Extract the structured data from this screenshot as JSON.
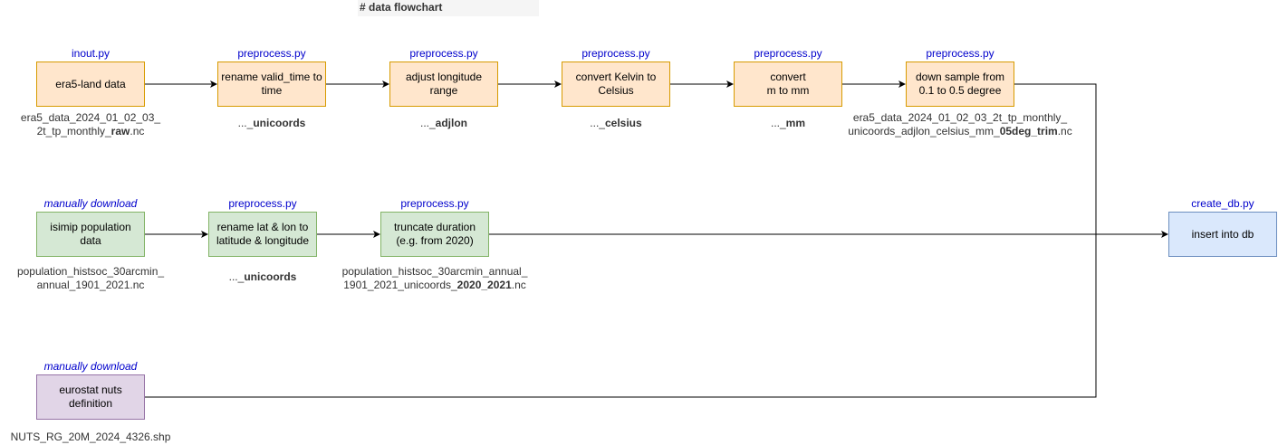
{
  "title": "# data flowchart",
  "nodes": {
    "era5": {
      "script": "inout.py",
      "label": "era5-land data"
    },
    "rename1": {
      "script": "preprocess.py",
      "label": "rename valid_time to time"
    },
    "adjlon": {
      "script": "preprocess.py",
      "label": "adjust longitude range"
    },
    "kelvin": {
      "script": "preprocess.py",
      "label": "convert Kelvin to Celsius"
    },
    "mm": {
      "script": "preprocess.py",
      "label": "convert\nm to mm"
    },
    "down": {
      "script": "preprocess.py",
      "label": "down sample from 0.1 to 0.5 degree"
    },
    "isimip": {
      "script": "manually download",
      "label": "isimip population data"
    },
    "rename2": {
      "script": "preprocess.py",
      "label": "rename lat & lon to latitude & longitude"
    },
    "truncate": {
      "script": "preprocess.py",
      "label": "truncate duration (e.g. from 2020)"
    },
    "nuts": {
      "script": "manually download",
      "label": "eurostat nuts definition"
    },
    "db": {
      "script": "create_db.py",
      "label": "insert into db"
    }
  },
  "files": {
    "era5_raw": {
      "pre": "era5_data_2024_01_02_03_\n2t_tp_monthly_",
      "bold": "raw",
      "post": ".nc"
    },
    "unicoords1": {
      "pre": "..._",
      "bold": "unicoords",
      "post": ""
    },
    "adjlon": {
      "pre": "..._",
      "bold": "adjlon",
      "post": ""
    },
    "celsius": {
      "pre": "..._",
      "bold": "celsius",
      "post": ""
    },
    "mm": {
      "pre": "..._",
      "bold": "mm",
      "post": ""
    },
    "era5_final": {
      "pre": "era5_data_2024_01_02_03_2t_tp_monthly_\nunicoords_adjlon_celsius_mm_",
      "bold": "05deg_trim",
      "post": ".nc"
    },
    "pop_raw": {
      "pre": "population_histsoc_30arcmin_\nannual_1901_2021.nc",
      "bold": "",
      "post": ""
    },
    "unicoords2": {
      "pre": "..._",
      "bold": "unicoords",
      "post": ""
    },
    "pop_final": {
      "pre": "population_histsoc_30arcmin_annual_\n1901_2021_unicoords_",
      "bold": "2020_2021",
      "post": ".nc"
    },
    "nuts_file": {
      "pre": "NUTS_RG_20M_2024_4326.shp",
      "bold": "",
      "post": ""
    }
  },
  "colors": {
    "era5_fill": "#ffe6cc",
    "era5_stroke": "#d79b00",
    "pop_fill": "#d5e8d4",
    "pop_stroke": "#82b366",
    "nuts_fill": "#e1d5e7",
    "nuts_stroke": "#9673a6",
    "db_fill": "#dae8fc",
    "db_stroke": "#6c8ebf",
    "script_text": "#0000cc"
  }
}
